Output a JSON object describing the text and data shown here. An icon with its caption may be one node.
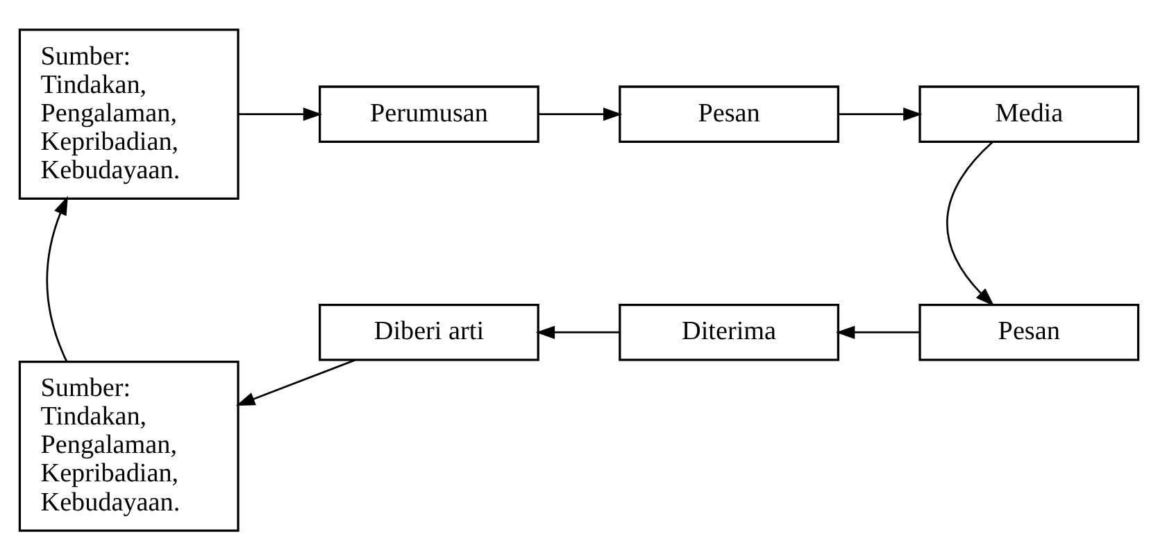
{
  "diagram": {
    "nodes": [
      {
        "text": [
          "Sumber: Tindakan, Pengalaman, Kepribadian, Kebudayaan."
        ]
      },
      {
        "text": [
          "Perumusan"
        ]
      },
      {
        "text": [
          "Pesan"
        ]
      },
      {
        "text": [
          "Media"
        ]
      },
      {
        "text": [
          "Pesan"
        ]
      },
      {
        "text": [
          "Diterima"
        ]
      },
      {
        "text": [
          "Diberi arti"
        ]
      },
      {
        "text": [
          "Sumber: Tindakan, Pengalaman, Kepribadian, Kebudayaan."
        ]
      }
    ],
    "edges": [
      {
        "from": 0,
        "to": 1,
        "arrow": "to"
      },
      {
        "from": 1,
        "to": 2,
        "arrow": "to"
      },
      {
        "from": 2,
        "to": 3,
        "arrow": "to"
      },
      {
        "from": 3,
        "to": 4,
        "arrow": "to"
      },
      {
        "from": 4,
        "to": 5,
        "arrow": "to"
      },
      {
        "from": 5,
        "to": 6,
        "arrow": "to"
      },
      {
        "from": 6,
        "to": 7,
        "arrow": "to"
      },
      {
        "from": 7,
        "to": 0,
        "arrow": "to"
      }
    ]
  }
}
